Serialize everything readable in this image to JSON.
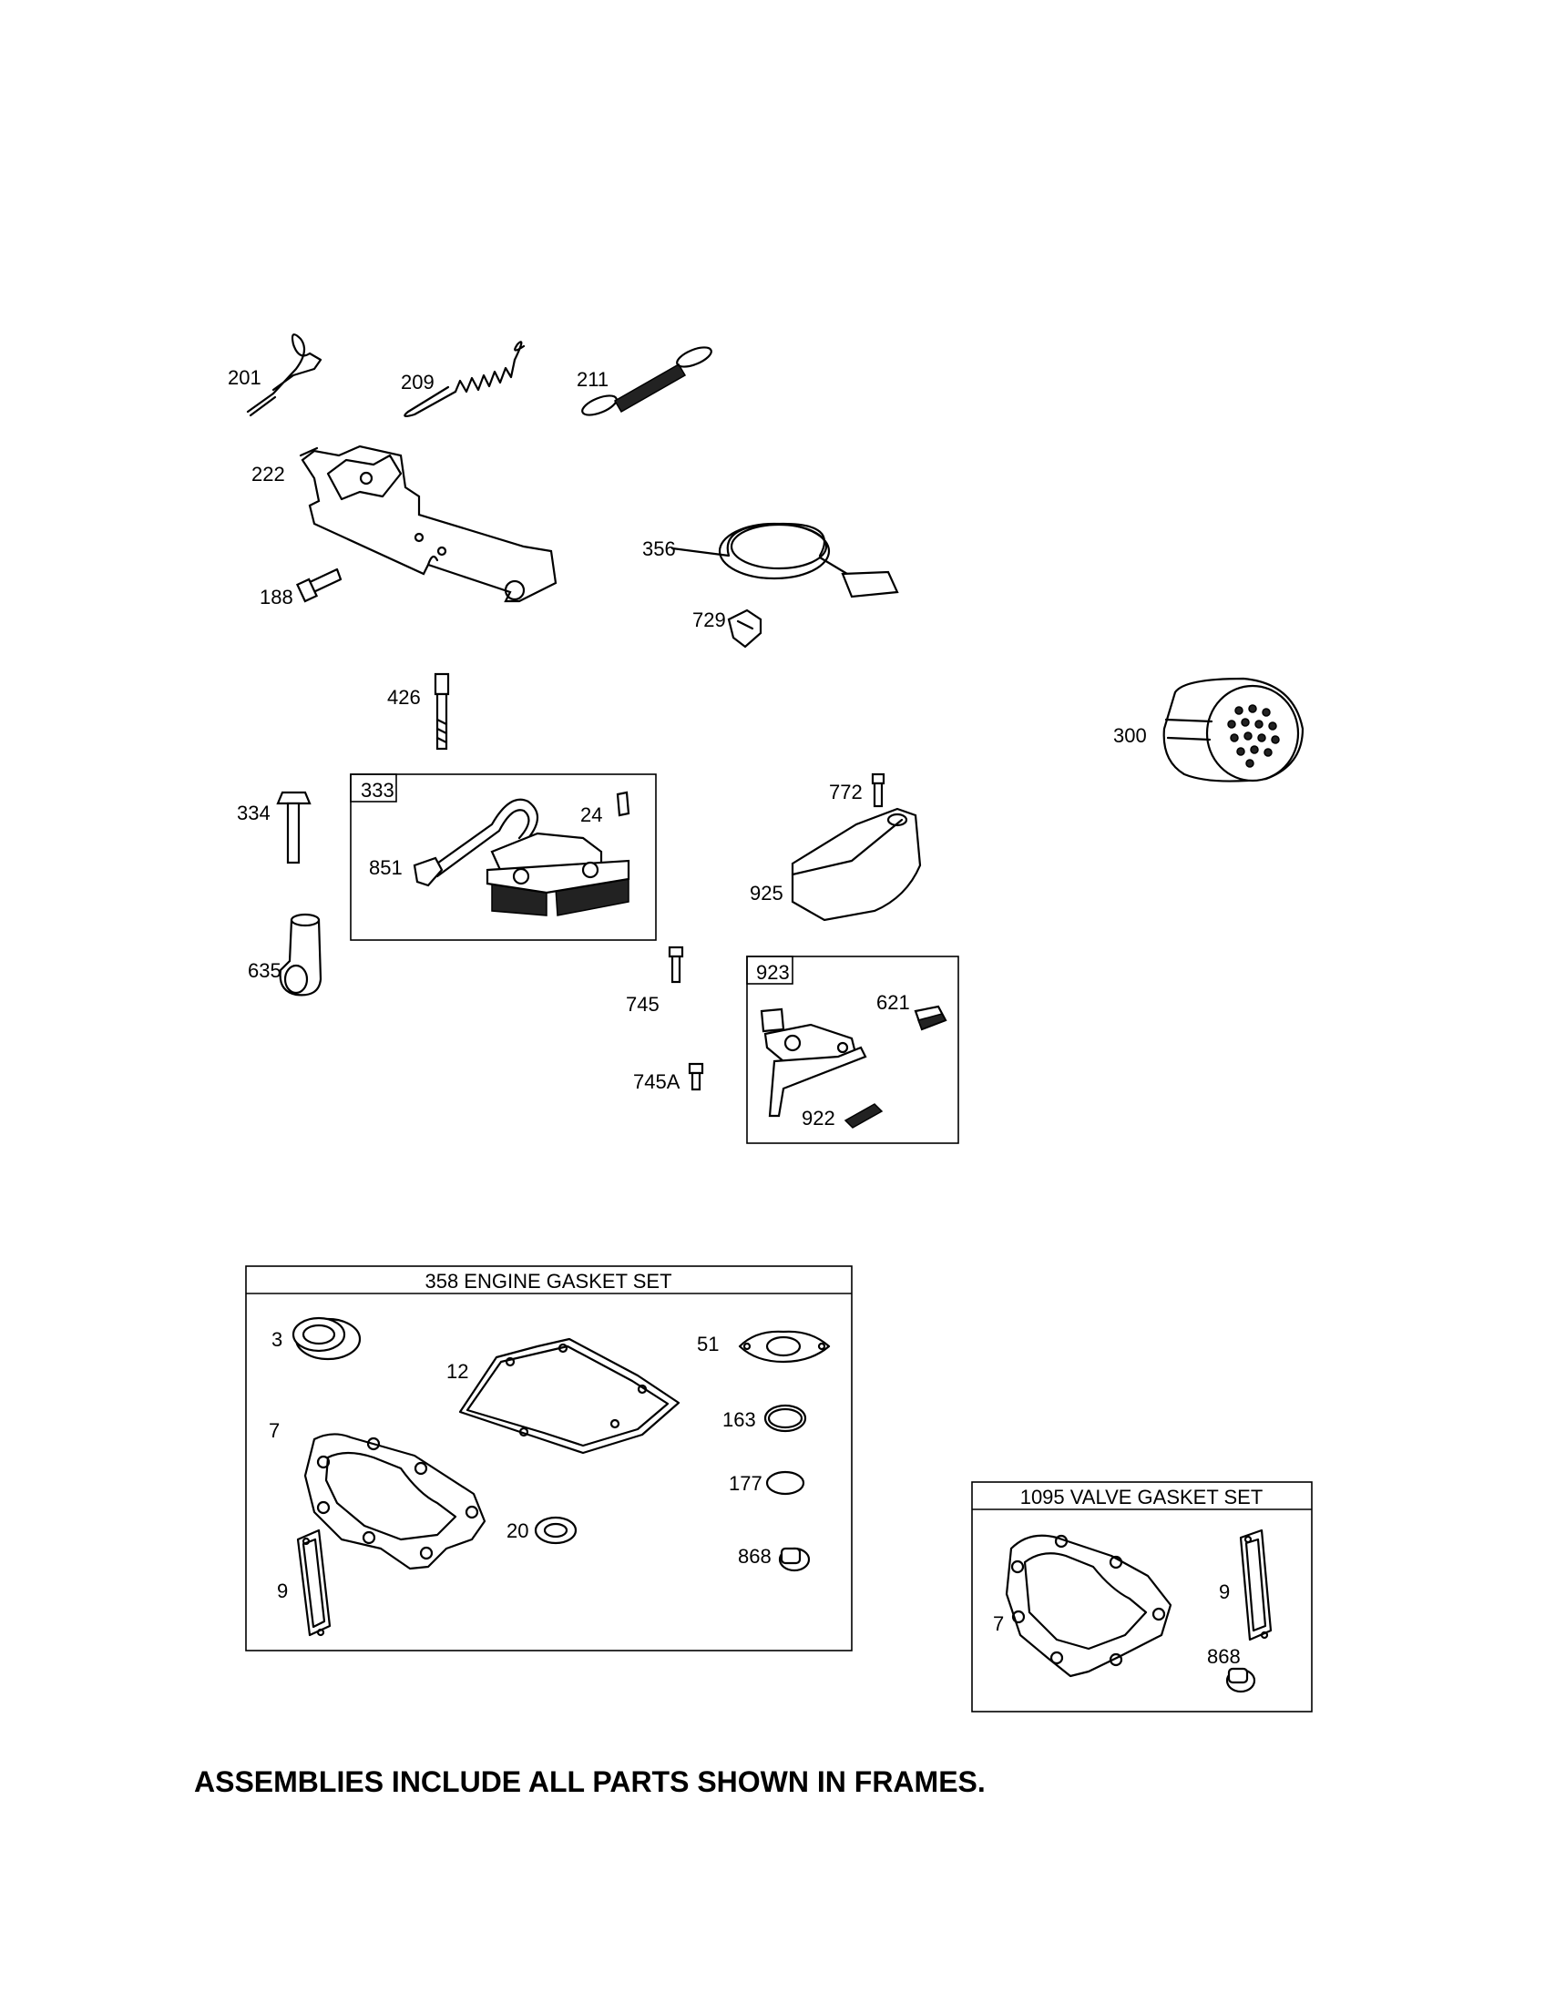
{
  "labels": {
    "p201": "201",
    "p209": "209",
    "p211": "211",
    "p222": "222",
    "p188": "188",
    "p356": "356",
    "p729": "729",
    "p426": "426",
    "p300": "300",
    "p334": "334",
    "p333": "333",
    "p24": "24",
    "p851": "851",
    "p772": "772",
    "p925": "925",
    "p635": "635",
    "p745": "745",
    "p745a": "745A",
    "p923": "923",
    "p621": "621",
    "p922": "922",
    "g3": "3",
    "g12": "12",
    "g51": "51",
    "g163": "163",
    "g7": "7",
    "g177": "177",
    "g20": "20",
    "g868": "868",
    "g9": "9",
    "v7": "7",
    "v9": "9",
    "v868": "868"
  },
  "frames": {
    "engine_gasket_set": "358 ENGINE GASKET SET",
    "valve_gasket_set": "1095 VALVE GASKET SET"
  },
  "footer": "ASSEMBLIES INCLUDE ALL PARTS SHOWN IN FRAMES."
}
